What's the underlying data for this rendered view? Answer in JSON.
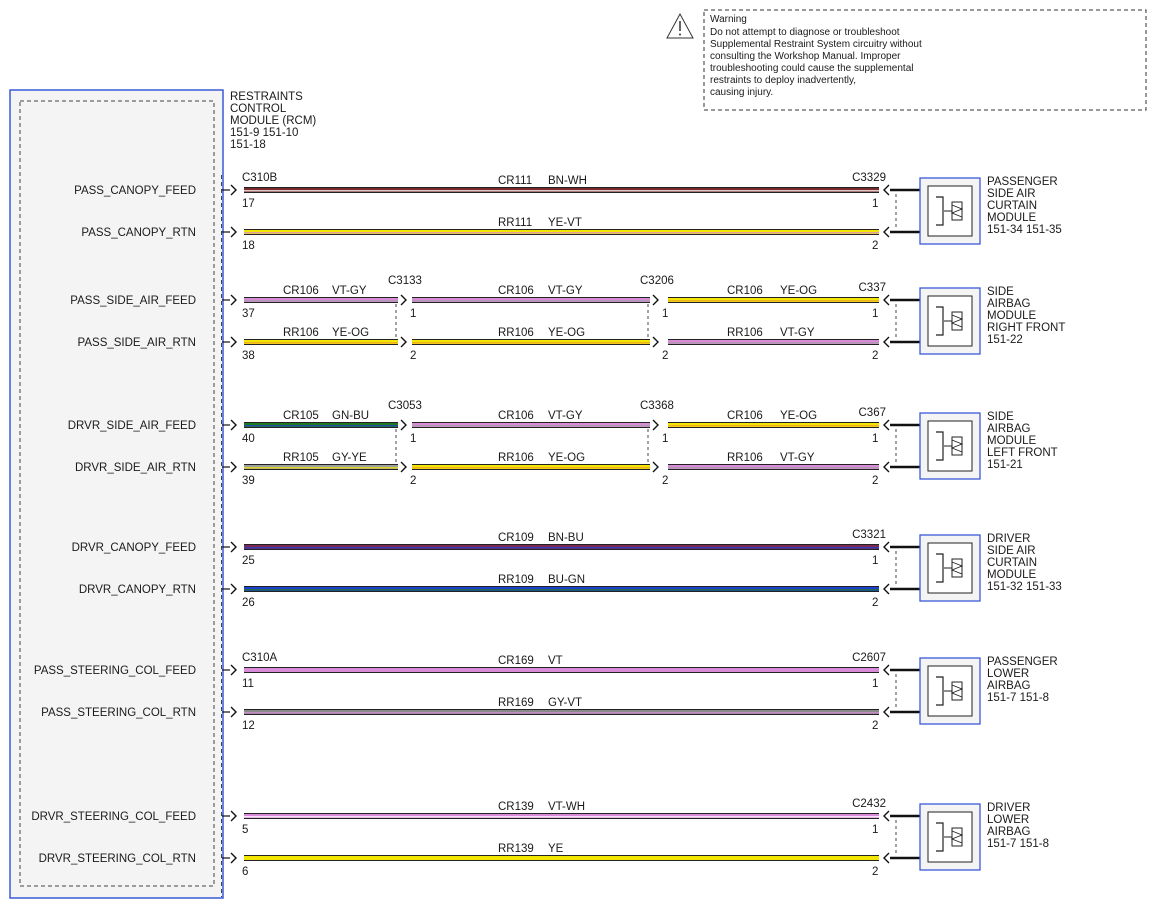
{
  "warning": {
    "title": "Warning",
    "lines": [
      "Do not attempt to diagnose or troubleshoot",
      "Supplemental Restraint System circuitry without",
      "consulting the Workshop Manual. Improper",
      "troubleshooting could cause the supplemental",
      "restraints to deploy inadvertently,",
      "causing injury."
    ]
  },
  "module": {
    "lines": [
      "RESTRAINTS",
      "CONTROL",
      "MODULE (RCM)",
      "151-9   151-10",
      "151-18"
    ],
    "signals": [
      "PASS_CANOPY_FEED",
      "PASS_CANOPY_RTN",
      "PASS_SIDE_AIR_FEED",
      "PASS_SIDE_AIR_RTN",
      "DRVR_SIDE_AIR_FEED",
      "DRVR_SIDE_AIR_RTN",
      "DRVR_CANOPY_FEED",
      "DRVR_CANOPY_RTN",
      "PASS_STEERING_COL_FEED",
      "PASS_STEERING_COL_RTN",
      "DRVR_STEERING_COL_FEED",
      "DRVR_STEERING_COL_RTN"
    ]
  },
  "groups": [
    {
      "inline": [
        "C310B",
        "",
        ""
      ],
      "end_connector": "C3329",
      "device": [
        "PASSENGER",
        "SIDE AIR",
        "CURTAIN",
        "MODULE",
        "151-34  151-35"
      ],
      "circuits": [
        {
          "pin": "17",
          "end_pin": "1",
          "segments": [
            {
              "circuit": "CR111",
              "color": "BN-WH",
              "c1": "#7a2a2a",
              "c2": "#ffffff"
            }
          ]
        },
        {
          "pin": "18",
          "end_pin": "2",
          "segments": [
            {
              "circuit": "RR111",
              "color": "YE-VT",
              "c1": "#f2e600",
              "c2": "#d98ad9"
            }
          ]
        }
      ]
    },
    {
      "inline": [
        "",
        "C3133",
        "C3206"
      ],
      "end_connector": "C337",
      "device": [
        "SIDE",
        "AIRBAG",
        "MODULE",
        "RIGHT FRONT",
        "151-22"
      ],
      "circuits": [
        {
          "pin": "37",
          "end_pin": "1",
          "pins2": [
            "1",
            "1"
          ],
          "segments": [
            {
              "circuit": "CR106",
              "color": "VT-GY",
              "c1": "#d98ad9",
              "c2": "#a0a0a0"
            },
            {
              "circuit": "CR106",
              "color": "VT-GY",
              "c1": "#d98ad9",
              "c2": "#a0a0a0"
            },
            {
              "circuit": "CR106",
              "color": "YE-OG",
              "c1": "#f2e600",
              "c2": "#f0a030"
            }
          ]
        },
        {
          "pin": "38",
          "end_pin": "2",
          "pins2": [
            "2",
            "2"
          ],
          "segments": [
            {
              "circuit": "RR106",
              "color": "YE-OG",
              "c1": "#f2e600",
              "c2": "#f0a030"
            },
            {
              "circuit": "RR106",
              "color": "YE-OG",
              "c1": "#f2e600",
              "c2": "#f0a030"
            },
            {
              "circuit": "RR106",
              "color": "VT-GY",
              "c1": "#d98ad9",
              "c2": "#a0a0a0"
            }
          ]
        }
      ]
    },
    {
      "inline": [
        "",
        "C3053",
        "C3368"
      ],
      "end_connector": "C367",
      "device": [
        "SIDE",
        "AIRBAG",
        "MODULE",
        "LEFT FRONT",
        "151-21"
      ],
      "circuits": [
        {
          "pin": "40",
          "end_pin": "1",
          "pins2": [
            "1",
            "1"
          ],
          "segments": [
            {
              "circuit": "CR105",
              "color": "GN-BU",
              "c1": "#1f7a1f",
              "c2": "#2040d0"
            },
            {
              "circuit": "CR106",
              "color": "VT-GY",
              "c1": "#d98ad9",
              "c2": "#a0a0a0"
            },
            {
              "circuit": "CR106",
              "color": "YE-OG",
              "c1": "#f2e600",
              "c2": "#f0a030"
            }
          ]
        },
        {
          "pin": "39",
          "end_pin": "2",
          "pins2": [
            "2",
            "2"
          ],
          "segments": [
            {
              "circuit": "RR105",
              "color": "GY-YE",
              "c1": "#a0a0a0",
              "c2": "#f2e600"
            },
            {
              "circuit": "RR106",
              "color": "YE-OG",
              "c1": "#f2e600",
              "c2": "#f0a030"
            },
            {
              "circuit": "RR106",
              "color": "VT-GY",
              "c1": "#d98ad9",
              "c2": "#a0a0a0"
            }
          ]
        }
      ]
    },
    {
      "inline": [
        "",
        "",
        ""
      ],
      "end_connector": "C3321",
      "device": [
        "DRIVER",
        "SIDE AIR",
        "CURTAIN",
        "MODULE",
        "151-32  151-33"
      ],
      "circuits": [
        {
          "pin": "25",
          "end_pin": "1",
          "segments": [
            {
              "circuit": "CR109",
              "color": "BN-BU",
              "c1": "#7a2a55",
              "c2": "#2040d0"
            }
          ]
        },
        {
          "pin": "26",
          "end_pin": "2",
          "segments": [
            {
              "circuit": "RR109",
              "color": "BU-GN",
              "c1": "#1f3fd0",
              "c2": "#1f7a1f"
            }
          ]
        }
      ]
    },
    {
      "inline": [
        "C310A",
        "",
        ""
      ],
      "end_connector": "C2607",
      "device": [
        "PASSENGER",
        "LOWER",
        "AIRBAG",
        "151-7  151-8"
      ],
      "circuits": [
        {
          "pin": "11",
          "end_pin": "1",
          "segments": [
            {
              "circuit": "CR169",
              "color": "VT",
              "c1": "#d98ad9",
              "c2": "#d98ad9"
            }
          ]
        },
        {
          "pin": "12",
          "end_pin": "2",
          "segments": [
            {
              "circuit": "RR169",
              "color": "GY-VT",
              "c1": "#8a8a8a",
              "c2": "#d98ad9"
            }
          ]
        }
      ]
    },
    {
      "inline": [
        "",
        "",
        ""
      ],
      "end_connector": "C2432",
      "device": [
        "DRIVER",
        "LOWER",
        "AIRBAG",
        "151-7  151-8"
      ],
      "circuits": [
        {
          "pin": "5",
          "end_pin": "1",
          "segments": [
            {
              "circuit": "CR139",
              "color": "VT-WH",
              "c1": "#d98ad9",
              "c2": "#ffffff"
            }
          ]
        },
        {
          "pin": "6",
          "end_pin": "2",
          "segments": [
            {
              "circuit": "RR139",
              "color": "YE",
              "c1": "#f2e600",
              "c2": "#f2e600"
            }
          ]
        }
      ]
    }
  ]
}
